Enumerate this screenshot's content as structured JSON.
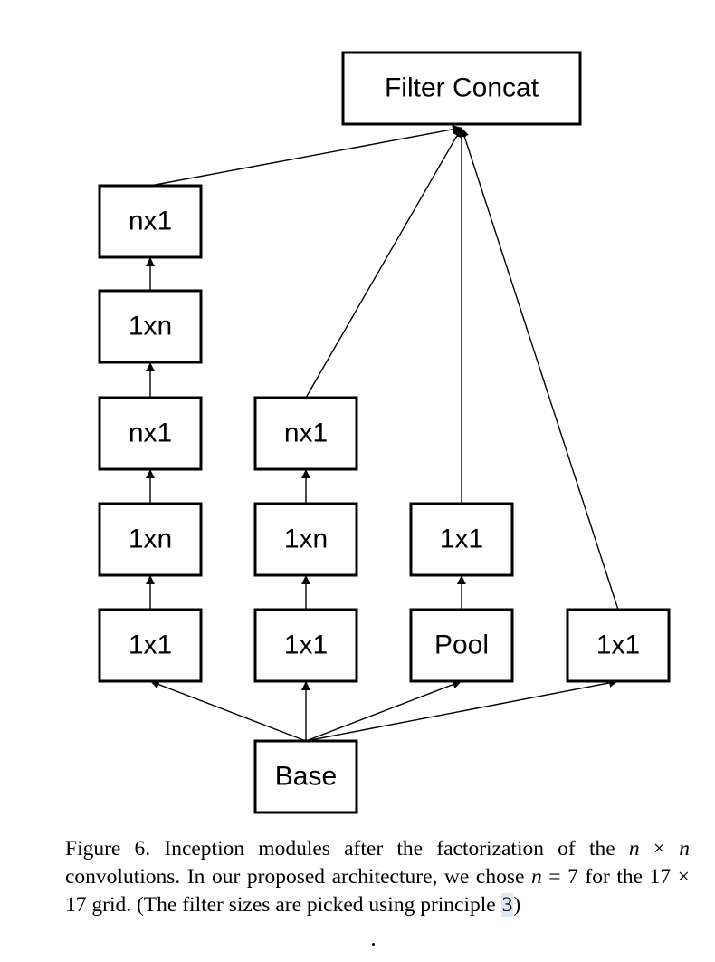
{
  "diagram": {
    "nodes": [
      {
        "id": "concat",
        "label": "Filter Concat"
      },
      {
        "id": "b1_nx1_top",
        "label": "nx1"
      },
      {
        "id": "b1_1xn_top",
        "label": "1xn"
      },
      {
        "id": "b1_nx1_mid",
        "label": "nx1"
      },
      {
        "id": "b1_1xn_low",
        "label": "1xn"
      },
      {
        "id": "b1_1x1",
        "label": "1x1"
      },
      {
        "id": "b2_nx1",
        "label": "nx1"
      },
      {
        "id": "b2_1xn",
        "label": "1xn"
      },
      {
        "id": "b2_1x1",
        "label": "1x1"
      },
      {
        "id": "b3_1x1",
        "label": "1x1"
      },
      {
        "id": "b3_pool",
        "label": "Pool"
      },
      {
        "id": "b4_1x1",
        "label": "1x1"
      },
      {
        "id": "base",
        "label": "Base"
      }
    ],
    "edges": [
      {
        "from": "base",
        "to": "b1_1x1"
      },
      {
        "from": "base",
        "to": "b2_1x1"
      },
      {
        "from": "base",
        "to": "b3_pool"
      },
      {
        "from": "base",
        "to": "b4_1x1"
      },
      {
        "from": "b1_1x1",
        "to": "b1_1xn_low"
      },
      {
        "from": "b1_1xn_low",
        "to": "b1_nx1_mid"
      },
      {
        "from": "b1_nx1_mid",
        "to": "b1_1xn_top"
      },
      {
        "from": "b1_1xn_top",
        "to": "b1_nx1_top"
      },
      {
        "from": "b1_nx1_top",
        "to": "concat"
      },
      {
        "from": "b2_1x1",
        "to": "b2_1xn"
      },
      {
        "from": "b2_1xn",
        "to": "b2_nx1"
      },
      {
        "from": "b2_nx1",
        "to": "concat"
      },
      {
        "from": "b3_pool",
        "to": "b3_1x1"
      },
      {
        "from": "b3_1x1",
        "to": "concat"
      },
      {
        "from": "b4_1x1",
        "to": "concat"
      }
    ]
  },
  "caption": {
    "fig_label": "Figure 6.",
    "t1": " Inception modules after the factorization of the ",
    "m1": "n",
    "t2": " × ",
    "m2": "n",
    "t3": " convolutions.  In our proposed architecture, we chose ",
    "m3": "n",
    "t4": " = 7 for the 17 × 17 grid. (The filter sizes are picked using principle ",
    "ref": "3",
    "t5": ")"
  }
}
